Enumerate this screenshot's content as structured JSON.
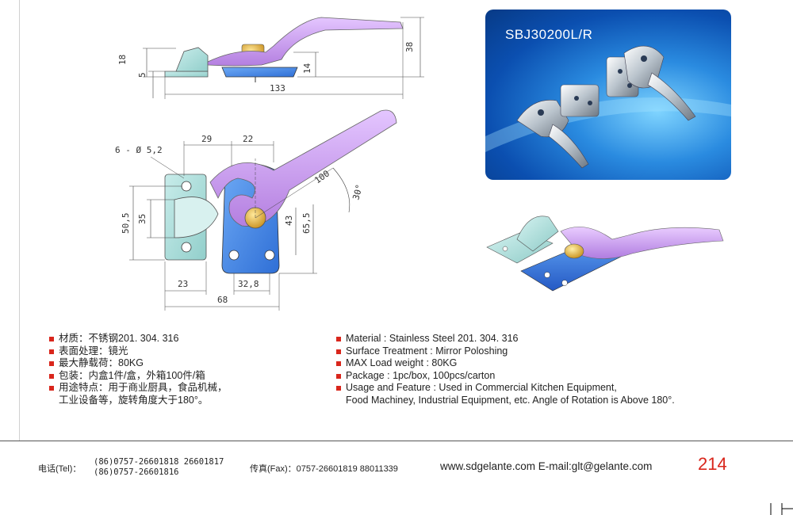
{
  "product": {
    "model": "SBJ30200L/R"
  },
  "dimensions": {
    "side_view": [
      "18",
      "5",
      "38",
      "14",
      "133"
    ],
    "top_view": [
      "6 - Ø 5,2",
      "29",
      "22",
      "100",
      "30°",
      "50,5",
      "35",
      "43",
      "65,5",
      "23",
      "32,8",
      "68"
    ]
  },
  "specs_cn": [
    {
      "text": "材质：不锈钢201. 304. 316",
      "bullet": true
    },
    {
      "text": "表面处理：镜光",
      "bullet": true
    },
    {
      "text": "最大静载荷：80KG",
      "bullet": true
    },
    {
      "text": "包装：内盒1件/盒，外箱100件/箱",
      "bullet": true
    },
    {
      "text": "用途特点：用于商业厨具，食品机械，",
      "bullet": true
    },
    {
      "text": "工业设备等，旋转角度大于180°。",
      "bullet": false
    }
  ],
  "specs_en": [
    {
      "text": "Material : Stainless Steel 201. 304. 316",
      "bullet": true
    },
    {
      "text": "Surface Treatment : Mirror Poloshing",
      "bullet": true
    },
    {
      "text": "MAX Load weight : 80KG",
      "bullet": true
    },
    {
      "text": "Package : 1pc/box,  100pcs/carton",
      "bullet": true
    },
    {
      "text": "Usage and Feature : Used in Commercial Kitchen Equipment,",
      "bullet": true
    },
    {
      "text": "Food Machiney, Industrial Equipment, etc. Angle of Rotation is Above 180°.",
      "bullet": false
    }
  ],
  "footer": {
    "tel_label": "电话(Tel)：",
    "tel_line1": "(86)0757-26601818  26601817",
    "tel_line2": "(86)0757-26601816",
    "fax": "传真(Fax)：0757-26601819 88011339",
    "website_email": "www.sdgelante.com  E-mail:glt@gelante.com",
    "page_number": "214"
  },
  "colors": {
    "accent_red": "#d9261c",
    "latch_purple": "#c79ae8",
    "base_blue": "#3f86e6",
    "keeper_teal": "#a9dcd9",
    "pivot_gold": "#e2b43a"
  }
}
